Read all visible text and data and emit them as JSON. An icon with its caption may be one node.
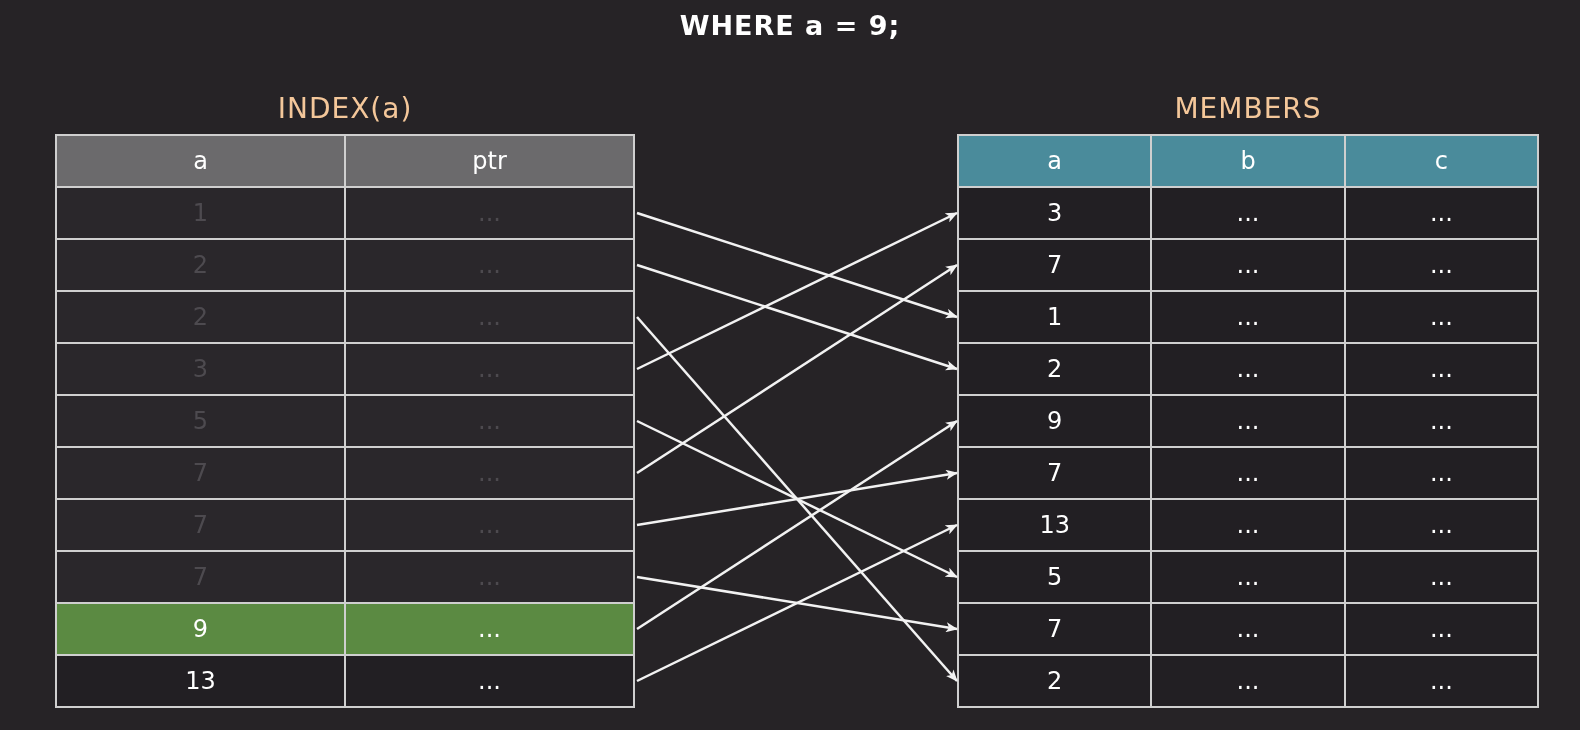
{
  "diagram": {
    "title": "WHERE a = 9;",
    "nodes": [
      {
        "text": [
          "INDEX(a)"
        ]
      },
      {
        "text": [
          "a",
          "ptr"
        ],
        "in": 0
      },
      {
        "text": [
          "1",
          "..."
        ],
        "in": 0
      },
      {
        "text": [
          "2",
          "..."
        ],
        "in": 0
      },
      {
        "text": [
          "2",
          "..."
        ],
        "in": 0
      },
      {
        "text": [
          "3",
          "..."
        ],
        "in": 0
      },
      {
        "text": [
          "5",
          "..."
        ],
        "in": 0
      },
      {
        "text": [
          "7",
          "..."
        ],
        "in": 0
      },
      {
        "text": [
          "7",
          "..."
        ],
        "in": 0
      },
      {
        "text": [
          "7",
          "..."
        ],
        "in": 0
      },
      {
        "text": [
          "9",
          "..."
        ],
        "in": 0
      },
      {
        "text": [
          "13",
          "..."
        ],
        "in": 0
      },
      {
        "text": [
          "MEMBERS"
        ]
      },
      {
        "text": [
          "a",
          "b",
          "c"
        ],
        "in": 12
      },
      {
        "text": [
          "3",
          "...",
          "..."
        ],
        "in": 12
      },
      {
        "text": [
          "7",
          "...",
          "..."
        ],
        "in": 12
      },
      {
        "text": [
          "1",
          "...",
          "..."
        ],
        "in": 12
      },
      {
        "text": [
          "2",
          "...",
          "..."
        ],
        "in": 12
      },
      {
        "text": [
          "9",
          "...",
          "..."
        ],
        "in": 12
      },
      {
        "text": [
          "7",
          "...",
          "..."
        ],
        "in": 12
      },
      {
        "text": [
          "13",
          "...",
          "..."
        ],
        "in": 12
      },
      {
        "text": [
          "5",
          "...",
          "..."
        ],
        "in": 12
      },
      {
        "text": [
          "7",
          "...",
          "..."
        ],
        "in": 12
      },
      {
        "text": [
          "2",
          "...",
          "..."
        ],
        "in": 12
      }
    ],
    "edges": [
      {
        "from": 2,
        "to": 16,
        "arrow": "to"
      },
      {
        "from": 3,
        "to": 17,
        "arrow": "to"
      },
      {
        "from": 4,
        "to": 23,
        "arrow": "to"
      },
      {
        "from": 5,
        "to": 14,
        "arrow": "to"
      },
      {
        "from": 6,
        "to": 21,
        "arrow": "to"
      },
      {
        "from": 7,
        "to": 15,
        "arrow": "to"
      },
      {
        "from": 8,
        "to": 19,
        "arrow": "to"
      },
      {
        "from": 9,
        "to": 22,
        "arrow": "to"
      },
      {
        "from": 10,
        "to": 18,
        "arrow": "to"
      },
      {
        "from": 11,
        "to": 20,
        "arrow": "to"
      }
    ]
  }
}
